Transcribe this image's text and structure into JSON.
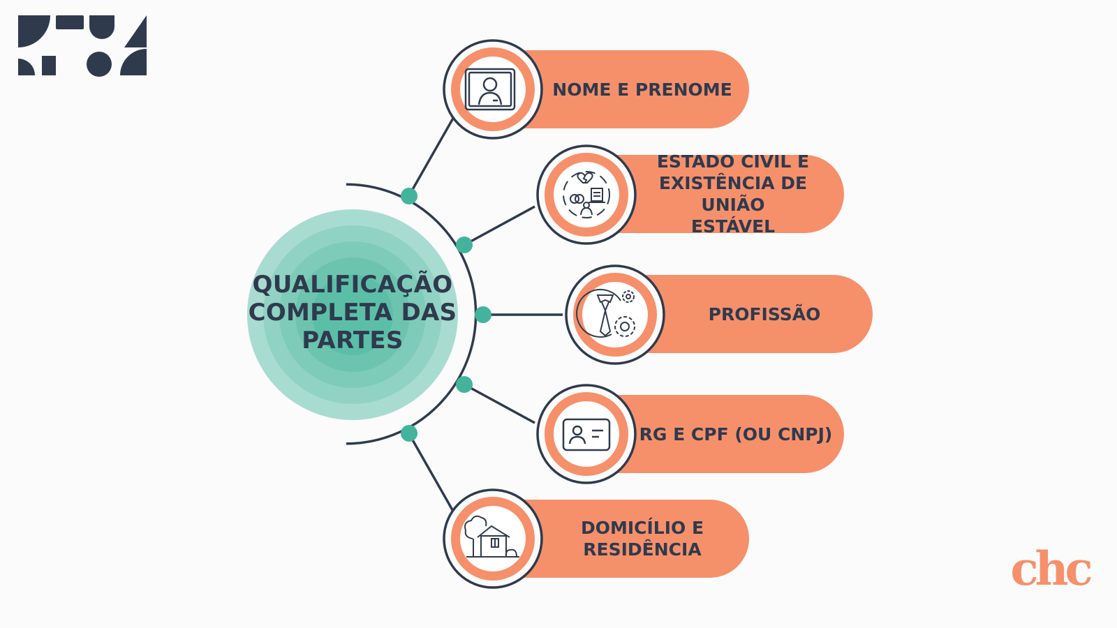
{
  "diagram": {
    "center_title_lines": [
      "QUALIFICAÇÃO",
      "COMPLETA DAS",
      "PARTES"
    ],
    "items": [
      {
        "icon": "person-frame-icon",
        "lines": [
          "NOME E PRENOME"
        ]
      },
      {
        "icon": "marital-status-icon",
        "lines": [
          "ESTADO CIVIL E",
          "EXISTÊNCIA DE UNIÃO",
          "ESTÁVEL"
        ]
      },
      {
        "icon": "profession-gears-icon",
        "lines": [
          "PROFISSÃO"
        ]
      },
      {
        "icon": "id-card-icon",
        "lines": [
          "RG E CPF (OU CNPJ)"
        ]
      },
      {
        "icon": "house-tree-icon",
        "lines": [
          "DOMICÍLIO E",
          "RESIDÊNCIA"
        ]
      }
    ]
  },
  "brand": {
    "right_logo_text": "chc"
  },
  "colors": {
    "dark": "#2f3a4d",
    "orange": "#f6906b",
    "teal_dot": "#43b49b",
    "teal_outer": "#a9dcd1",
    "teal_inner": "#5bbfa8",
    "background": "#fbfbfb"
  }
}
